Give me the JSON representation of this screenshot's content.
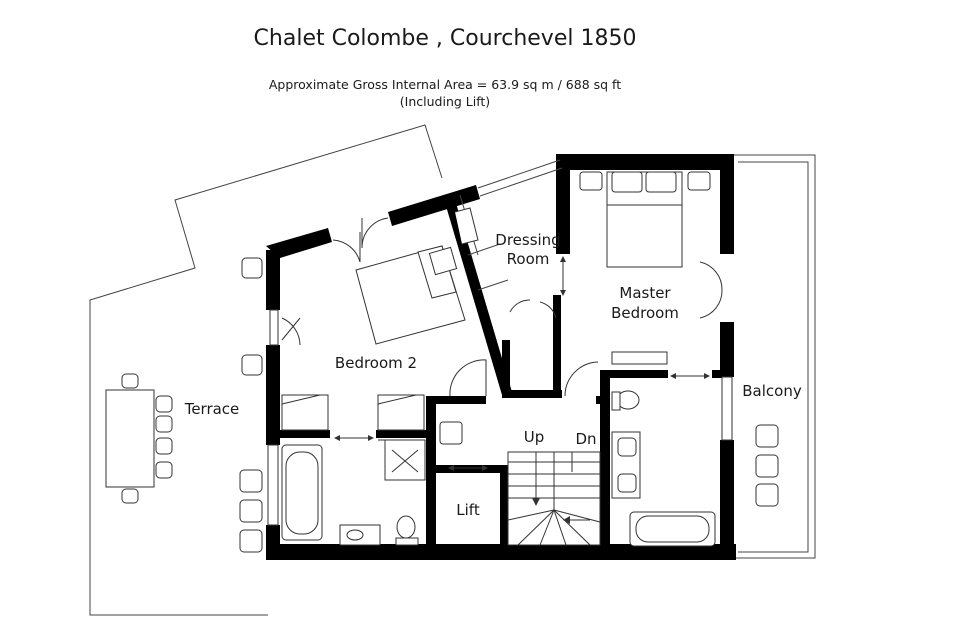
{
  "header": {
    "title": "Chalet Colombe , Courchevel 1850",
    "area_line1": "Approximate Gross Internal Area = 63.9 sq m / 688 sq ft",
    "area_line2": "(Including Lift)"
  },
  "rooms": {
    "dressing_line1": "Dressing",
    "dressing_line2": "Room",
    "master_line1": "Master",
    "master_line2": "Bedroom",
    "bedroom2": "Bedroom 2",
    "terrace": "Terrace",
    "balcony": "Balcony",
    "lift": "Lift",
    "stairs_up": "Up",
    "stairs_down": "Dn"
  },
  "colors": {
    "wall": "#000000",
    "line": "#333333",
    "text": "#1a1a1a"
  }
}
